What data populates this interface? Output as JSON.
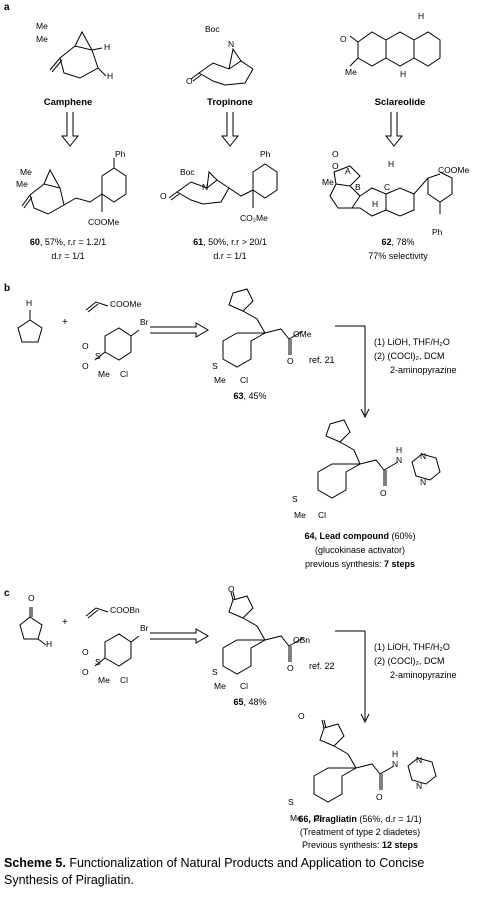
{
  "panels": {
    "a": {
      "label": "a",
      "compounds": [
        {
          "name": "Camphene",
          "product_num": "60",
          "product_text": ", 57%, r.r = 1.2/1",
          "extra": "d.r = 1/1"
        },
        {
          "name": "Tropinone",
          "product_num": "61",
          "product_text": ", 50%, r.r > 20/1",
          "extra": "d.r = 1/1"
        },
        {
          "name": "Sclareolide",
          "product_num": "62",
          "product_text": ", 78%",
          "extra": "77% selectivity"
        }
      ]
    },
    "b": {
      "label": "b",
      "acrylate": "COOMe",
      "ester_group": "OMe",
      "intermediate_num": "63",
      "intermediate_yield": ", 45%",
      "ref": "ref. 21",
      "conditions": [
        "(1) LiOH, THF/H₂O",
        "(2) (COCl)₂, DCM",
        "2-aminopyrazine"
      ],
      "final_num": "64",
      "final_name": ", Lead compound",
      "final_yield": " (60%)",
      "final_note": "(glucokinase activator)",
      "prev_prefix": "previous synthesis: ",
      "prev_steps": "7 steps"
    },
    "c": {
      "label": "c",
      "acrylate": "COOBn",
      "ester_group": "OBn",
      "intermediate_num": "65",
      "intermediate_yield": ", 48%",
      "ref": "ref. 22",
      "conditions": [
        "(1) LiOH, THF/H₂O",
        "(2) (COCl)₂, DCM",
        "2-aminopyrazine"
      ],
      "final_num": "66",
      "final_name": ", Piragliatin",
      "final_yield": " (56%, d.r = 1/1)",
      "final_note": "(Treatment of type 2 diadetes)",
      "prev_prefix": "Previous synthesis: ",
      "prev_steps": "12 steps"
    }
  },
  "atoms": {
    "me": "Me",
    "h": "H",
    "boc": "Boc",
    "n": "N",
    "o": "O",
    "ph": "Ph",
    "cooMe": "COOMe",
    "co2me": "CO₂Me",
    "br": "Br",
    "cl": "Cl",
    "s": "S",
    "plus": "+",
    "ringA": "A",
    "ringB": "B",
    "ringC": "C",
    "nh": "H"
  },
  "caption": {
    "label": "Scheme 5.",
    "text": " Functionalization of Natural Products and Application to Concise Synthesis of Piragliatin."
  }
}
